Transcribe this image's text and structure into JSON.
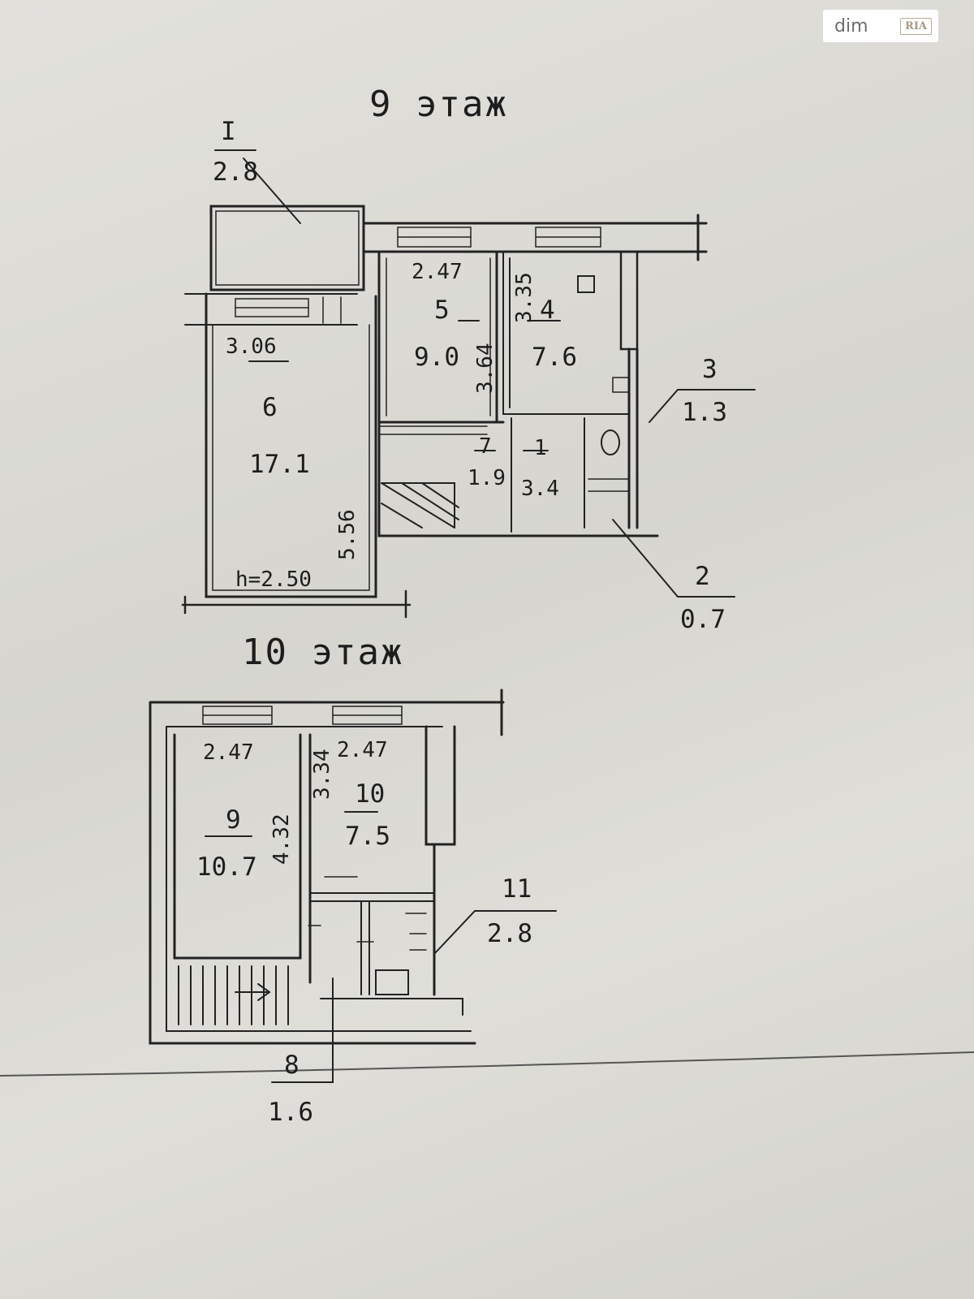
{
  "watermark": {
    "text_dim": "dim",
    "text_ria": "RIA"
  },
  "floor_9": {
    "title": "9 этаж",
    "ceiling_height": "h=2.50",
    "balcony": {
      "number": "I",
      "area": "2.8"
    },
    "rooms": [
      {
        "number": "6",
        "area": "17.1"
      },
      {
        "number": "5",
        "area": "9.0"
      },
      {
        "number": "4",
        "area": "7.6"
      },
      {
        "number": "3",
        "area": "1.3"
      },
      {
        "number": "7",
        "area": "1.9"
      },
      {
        "number": "1",
        "area": "3.4"
      },
      {
        "number": "2",
        "area": "0.7"
      }
    ],
    "dimensions": {
      "room6_width": "3.06",
      "room6_length": "5.56",
      "room5_width": "2.47",
      "room5_length": "3.64",
      "room4_length": "3.35"
    }
  },
  "floor_10": {
    "title": "10 этаж",
    "rooms": [
      {
        "number": "9",
        "area": "10.7"
      },
      {
        "number": "10",
        "area": "7.5"
      },
      {
        "number": "11",
        "area": "2.8"
      },
      {
        "number": "8",
        "area": "1.6"
      }
    ],
    "dimensions": {
      "room9_width": "2.47",
      "room9_length": "4.32",
      "room10_width": "2.47",
      "room10_length": "3.34"
    }
  }
}
